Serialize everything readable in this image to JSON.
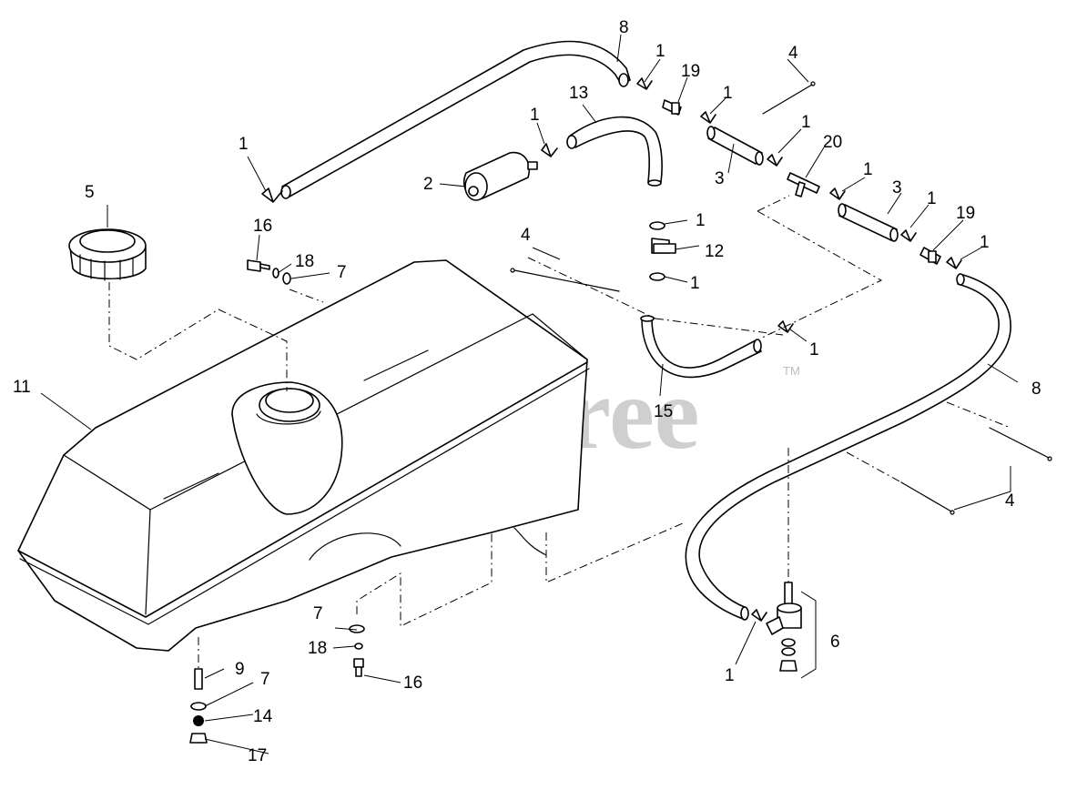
{
  "watermark": {
    "brand": "PartsTree",
    "tm": "TM"
  },
  "callouts": [
    {
      "id": "c1a",
      "text": "1"
    },
    {
      "id": "c1b",
      "text": "1"
    },
    {
      "id": "c1c",
      "text": "1"
    },
    {
      "id": "c1d",
      "text": "1"
    },
    {
      "id": "c1e",
      "text": "1"
    },
    {
      "id": "c1f",
      "text": "1"
    },
    {
      "id": "c1g",
      "text": "1"
    },
    {
      "id": "c1h",
      "text": "1"
    },
    {
      "id": "c1i",
      "text": "1"
    },
    {
      "id": "c1j",
      "text": "1"
    },
    {
      "id": "c1k",
      "text": "1"
    },
    {
      "id": "c1l",
      "text": "1"
    },
    {
      "id": "c1m",
      "text": "1"
    },
    {
      "id": "c2",
      "text": "2"
    },
    {
      "id": "c3a",
      "text": "3"
    },
    {
      "id": "c3b",
      "text": "3"
    },
    {
      "id": "c4a",
      "text": "4"
    },
    {
      "id": "c4b",
      "text": "4"
    },
    {
      "id": "c4c",
      "text": "4"
    },
    {
      "id": "c5",
      "text": "5"
    },
    {
      "id": "c6",
      "text": "6"
    },
    {
      "id": "c7a",
      "text": "7"
    },
    {
      "id": "c7b",
      "text": "7"
    },
    {
      "id": "c7c",
      "text": "7"
    },
    {
      "id": "c8a",
      "text": "8"
    },
    {
      "id": "c8b",
      "text": "8"
    },
    {
      "id": "c9",
      "text": "9"
    },
    {
      "id": "c11",
      "text": "11"
    },
    {
      "id": "c12",
      "text": "12"
    },
    {
      "id": "c13",
      "text": "13"
    },
    {
      "id": "c14",
      "text": "14"
    },
    {
      "id": "c15",
      "text": "15"
    },
    {
      "id": "c16a",
      "text": "16"
    },
    {
      "id": "c16b",
      "text": "16"
    },
    {
      "id": "c17",
      "text": "17"
    },
    {
      "id": "c18a",
      "text": "18"
    },
    {
      "id": "c18b",
      "text": "18"
    },
    {
      "id": "c19a",
      "text": "19"
    },
    {
      "id": "c19b",
      "text": "19"
    },
    {
      "id": "c20",
      "text": "20"
    }
  ]
}
